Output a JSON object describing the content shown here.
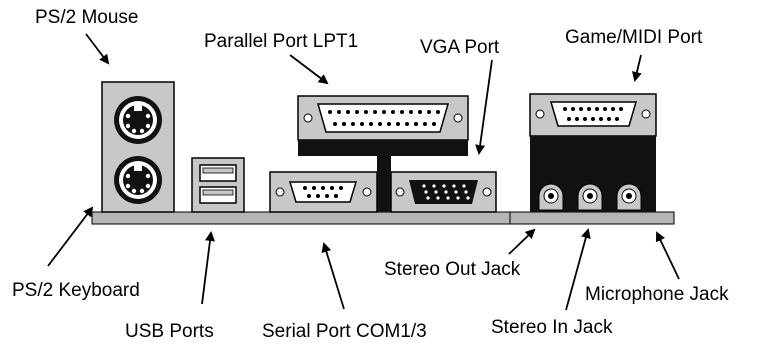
{
  "labels": {
    "ps2_mouse": "PS/2 Mouse",
    "parallel_port": "Parallel Port LPT1",
    "vga_port": "VGA Port",
    "game_midi_port": "Game/MIDI Port",
    "ps2_keyboard": "PS/2 Keyboard",
    "usb_ports": "USB Ports",
    "serial_port": "Serial Port COM1/3",
    "stereo_out_jack": "Stereo Out Jack",
    "stereo_in_jack": "Stereo In Jack",
    "microphone_jack": "Microphone Jack"
  },
  "colors": {
    "panel_gray": "#c8c8c8",
    "connector_body": "#ffffff",
    "dark_housing": "#111111",
    "outline": "#000000"
  }
}
